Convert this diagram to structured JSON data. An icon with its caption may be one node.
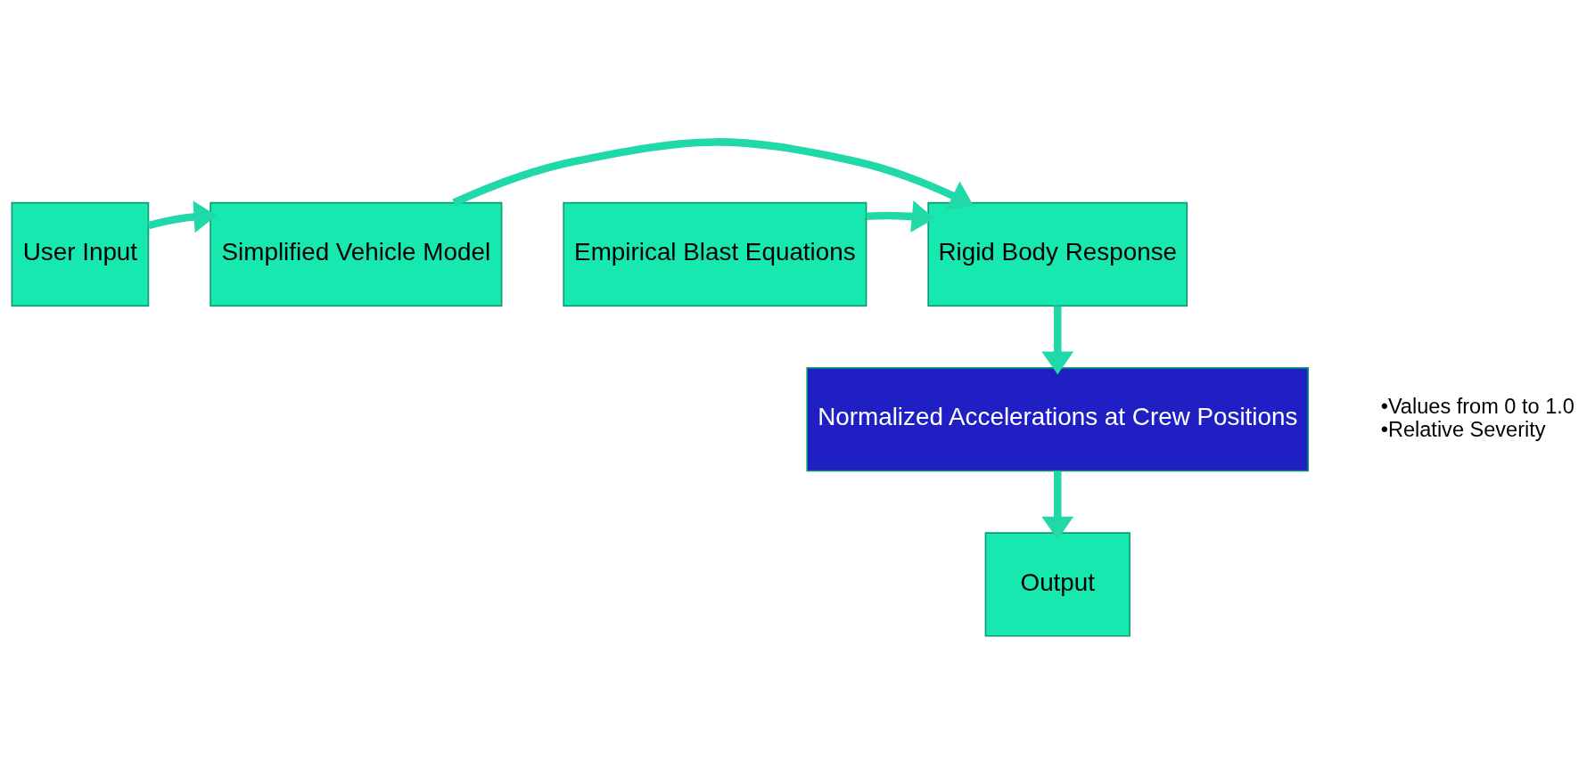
{
  "diagram": {
    "nodes": [
      {
        "text": [
          "User Input"
        ]
      },
      {
        "text": [
          "Simplified Vehicle Model"
        ]
      },
      {
        "text": [
          "Rigid Body Response"
        ]
      },
      {
        "text": [
          "Empirical Blast Equations"
        ]
      },
      {
        "text": [
          "Normalized Accelerations at Crew Positions"
        ],
        "beside": [
          "•Values from 0 to 1.0",
          "•Relative Severity"
        ]
      },
      {
        "text": [
          "Output"
        ]
      }
    ],
    "edges": [
      {
        "from": 0,
        "to": 1,
        "arrow": "to"
      },
      {
        "from": 1,
        "to": 2,
        "arrow": "to"
      },
      {
        "from": 3,
        "to": 2,
        "arrow": "to"
      },
      {
        "from": 2,
        "to": 4,
        "arrow": "to"
      },
      {
        "from": 4,
        "to": 5,
        "arrow": "to"
      }
    ]
  }
}
